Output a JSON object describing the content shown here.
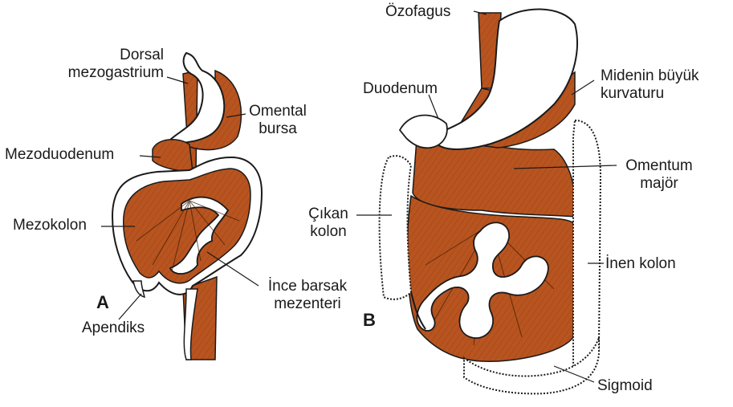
{
  "colors": {
    "mesentery": "#b8541f",
    "mesentery_dark": "#8a3a12",
    "outline": "#1a1a1a",
    "gut_white": "#ffffff"
  },
  "panels": {
    "a": {
      "letter": "A",
      "labels": {
        "dorsal_mesogastrium": [
          "Dorsal",
          "mezogastrium"
        ],
        "omental_bursa": [
          "Omental",
          "bursa"
        ],
        "mesoduodenum": [
          "Mezoduodenum"
        ],
        "mesocolon": [
          "Mezokolon"
        ],
        "small_intestine_mesentery": [
          "İnce barsak",
          "mezenteri"
        ],
        "appendix": [
          "Apendiks"
        ]
      }
    },
    "b": {
      "letter": "B",
      "labels": {
        "esophagus": [
          "Özofagus"
        ],
        "duodenum": [
          "Duodenum"
        ],
        "greater_curvature": [
          "Midenin büyük",
          "kurvaturu"
        ],
        "greater_omentum": [
          "Omentum",
          "majör"
        ],
        "ascending_colon": [
          "Çıkan",
          "kolon"
        ],
        "descending_colon": [
          "İnen kolon"
        ],
        "sigmoid": [
          "Sigmoid"
        ]
      }
    }
  }
}
